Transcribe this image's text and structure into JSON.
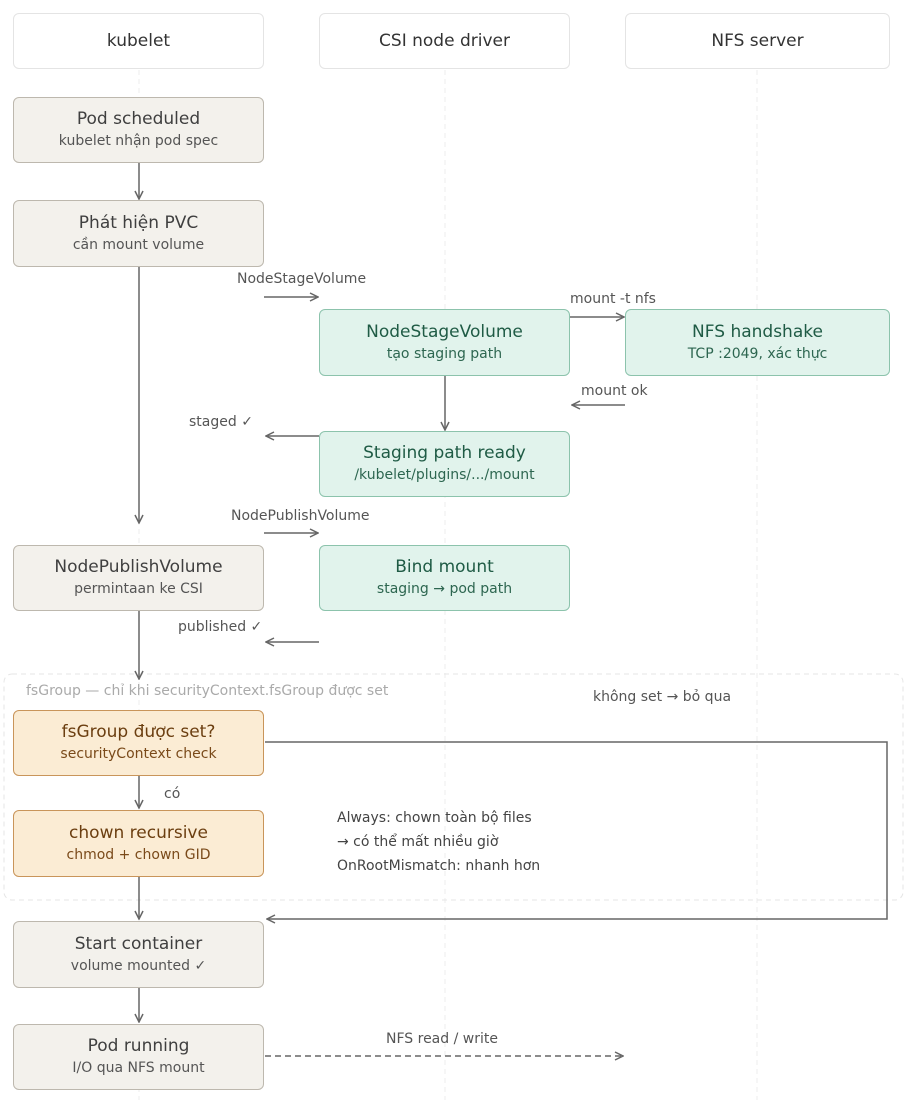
{
  "lanes": {
    "kubelet": "kubelet",
    "csi": "CSI node driver",
    "nfs": "NFS server"
  },
  "nodes": {
    "pod_scheduled": {
      "title": "Pod scheduled",
      "sub": "kubelet nhận pod spec"
    },
    "detect_pvc": {
      "title": "Phát hiện PVC",
      "sub": "cần mount volume"
    },
    "node_stage": {
      "title": "NodeStageVolume",
      "sub": "tạo staging path"
    },
    "nfs_handshake": {
      "title": "NFS handshake",
      "sub": "TCP :2049, xác thực"
    },
    "staging_ready": {
      "title": "Staging path ready",
      "sub": "/kubelet/plugins/.../mount"
    },
    "node_publish": {
      "title": "NodePublishVolume",
      "sub": "permintaan ke CSI"
    },
    "bind_mount": {
      "title": "Bind mount",
      "sub": "staging → pod path"
    },
    "fsgroup_set": {
      "title": "fsGroup được set?",
      "sub": "securityContext check"
    },
    "chown": {
      "title": "chown recursive",
      "sub": "chmod + chown GID"
    },
    "start_container": {
      "title": "Start container",
      "sub": "volume mounted ✓"
    },
    "pod_running": {
      "title": "Pod running",
      "sub": "I/O qua NFS mount"
    }
  },
  "labels": {
    "node_stage_call": "NodeStageVolume",
    "mount_nfs": "mount -t nfs",
    "mount_ok": "mount ok",
    "staged": "staged ✓",
    "node_publish_call": "NodePublishVolume",
    "published": "published ✓",
    "skip": "không set → bỏ qua",
    "co": "có",
    "nfs_rw": "NFS read / write"
  },
  "fsgroup_group": {
    "title": "fsGroup — chỉ khi securityContext.fsGroup được set"
  },
  "note": {
    "line1": "Always: chown toàn bộ files",
    "line2": "→ có thể mất nhiều giờ",
    "line3": "OnRootMismatch: nhanh hơn"
  },
  "colors": {
    "kubelet_fill": "#f3f1ec",
    "csi_fill": "#e1f3ec",
    "fsgroup_fill": "#fbecd4",
    "arrow": "#666666"
  }
}
